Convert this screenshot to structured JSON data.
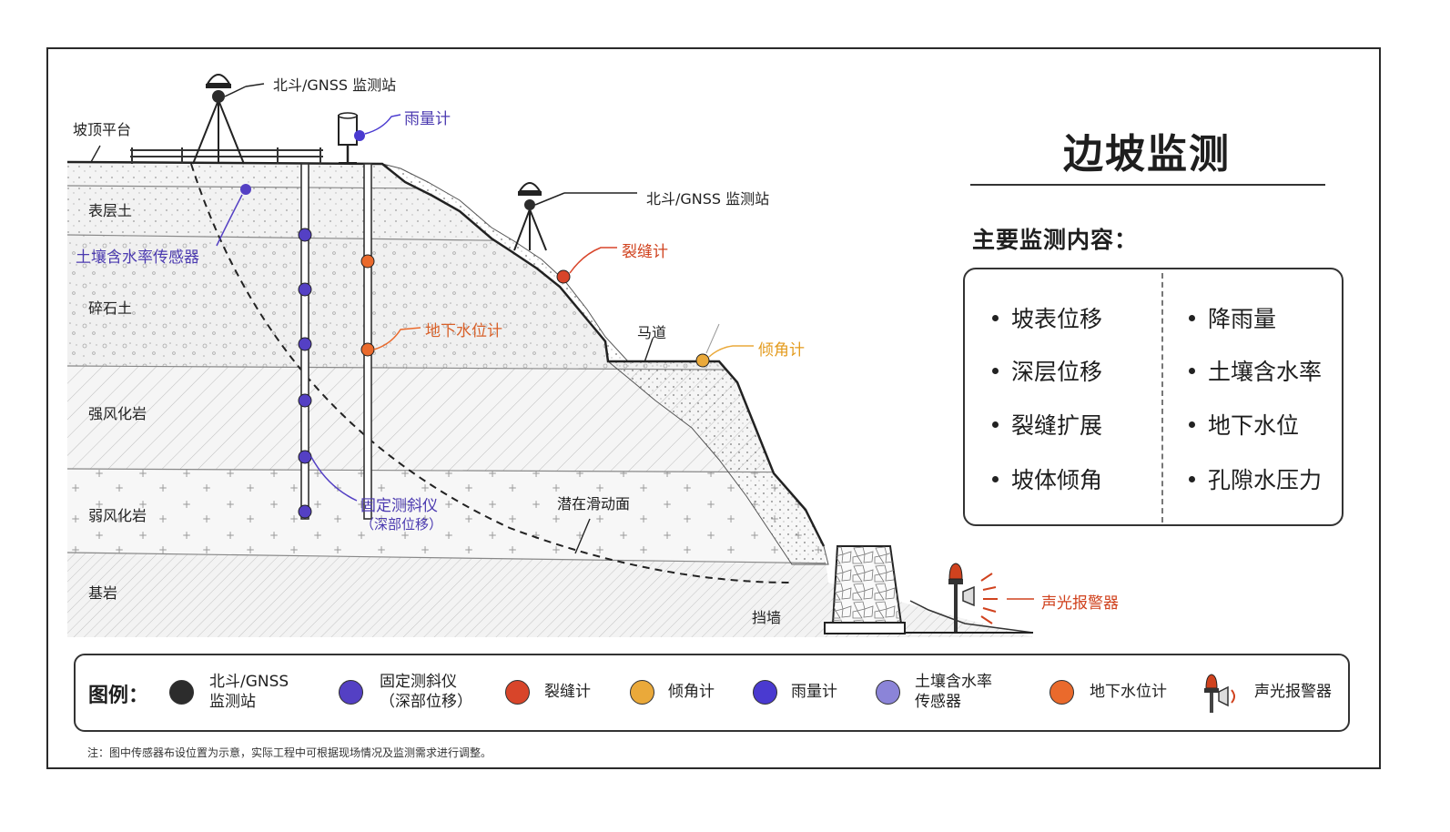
{
  "title": "边坡监测",
  "subtitle": "主要监测内容：",
  "monitoring_items": {
    "left": [
      "坡表位移",
      "深层位移",
      "裂缝扩展",
      "坡体倾角"
    ],
    "right": [
      "降雨量",
      "土壤含水率",
      "地下水位",
      "孔隙水压力"
    ]
  },
  "strata": {
    "top_platform": "坡顶平台",
    "surface_soil": "表层土",
    "gravel_soil": "碎石土",
    "strong_weathered": "强风化岩",
    "weak_weathered": "弱风化岩",
    "bedrock": "基岩"
  },
  "callouts": {
    "gnss_top": "北斗/GNSS 监测站",
    "gnss_mid": "北斗/GNSS 监测站",
    "rain_gauge": "雨量计",
    "soil_moisture": "土壤含水率传感器",
    "crack_meter": "裂缝计",
    "groundwater": "地下水位计",
    "berm": "马道",
    "tiltmeter": "倾角计",
    "inclinometer_1": "固定测斜仪",
    "inclinometer_2": "（深部位移）",
    "slip_surface": "潜在滑动面",
    "retaining_wall": "挡墙",
    "alarm": "声光报警器"
  },
  "legend": {
    "title": "图例：",
    "items": [
      {
        "lines": [
          "北斗/GNSS",
          "监测站"
        ],
        "color": "#2c2c2c",
        "icon": "gnss-dot-icon"
      },
      {
        "lines": [
          "固定测斜仪",
          "（深部位移）"
        ],
        "color": "#5440c4",
        "icon": "inclinometer-dot-icon"
      },
      {
        "lines": [
          "裂缝计"
        ],
        "color": "#d8452a",
        "icon": "crack-meter-dot-icon"
      },
      {
        "lines": [
          "倾角计"
        ],
        "color": "#eaa93a",
        "icon": "tiltmeter-dot-icon"
      },
      {
        "lines": [
          "雨量计"
        ],
        "color": "#4a3ad0",
        "icon": "rain-gauge-dot-icon"
      },
      {
        "lines": [
          "土壤含水率",
          "传感器"
        ],
        "color": "#8b84d8",
        "icon": "soil-moisture-dot-icon"
      },
      {
        "lines": [
          "地下水位计"
        ],
        "color": "#ea6a2c",
        "icon": "groundwater-dot-icon"
      },
      {
        "lines": [
          "声光报警器"
        ],
        "color": "#d0421e",
        "icon": "alarm-icon"
      }
    ]
  },
  "note": "注：图中传感器布设位置为示意，实际工程中可根据现场情况及监测需求进行调整。",
  "colors": {
    "gnss": "#2c2c2c",
    "inclinometer": "#5440c4",
    "crack": "#d8452a",
    "tilt": "#eaa93a",
    "rain": "#4a3ad0",
    "soil": "#8b84d8",
    "groundwater": "#ea6a2c",
    "alarm": "#d0421e"
  }
}
